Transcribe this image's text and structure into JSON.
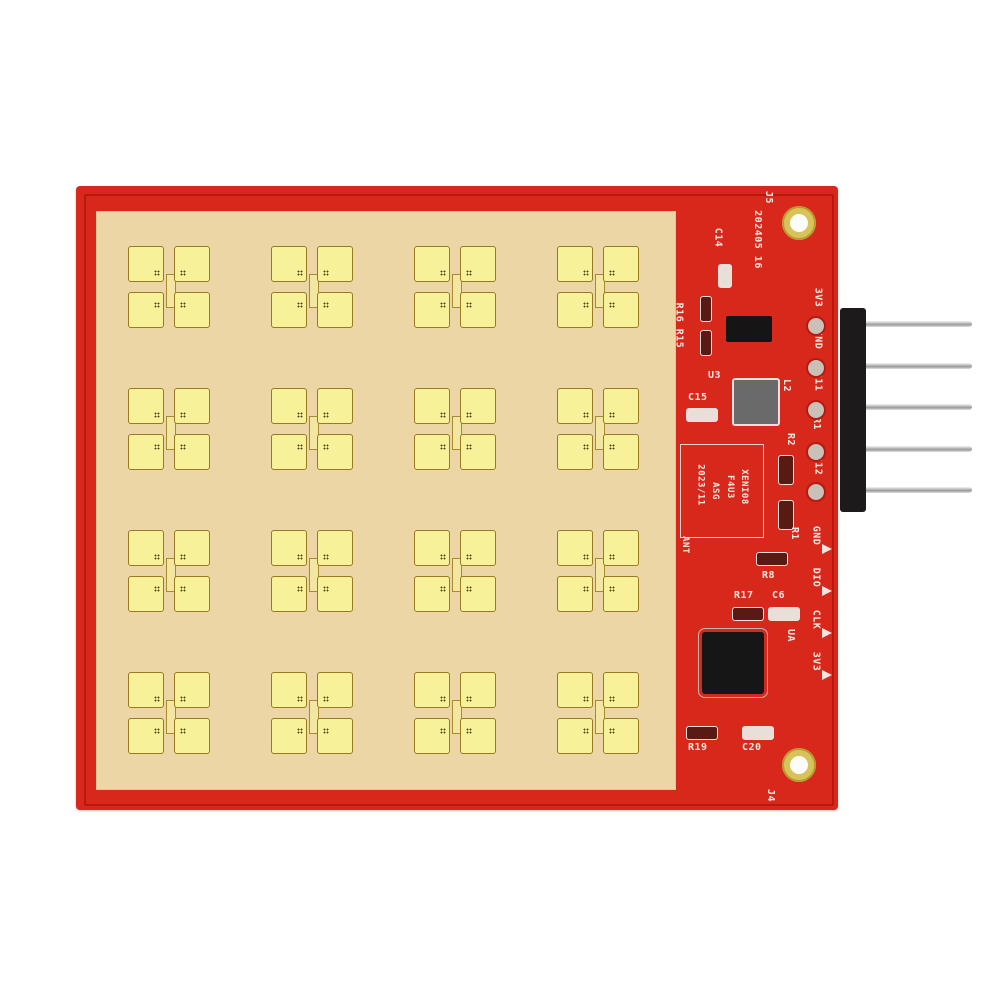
{
  "image": {
    "subject": "Red PCB radar sensor module with 4x4 patch antenna array and 5-pin right-angle header",
    "background_color": "#ffffff",
    "board_color": "#d8281c",
    "antenna_area_color": "#ecd6a6",
    "patch_color": "#f7f29a"
  },
  "antenna_array": {
    "rows": 4,
    "columns": 4,
    "label": "ANT"
  },
  "silkscreen": {
    "j5": "J5",
    "date_code": "202405 16",
    "c14": "C14",
    "r16": "R16",
    "r15": "R15",
    "u3": "U3",
    "l2": "L2",
    "c15": "C15",
    "r2": "R2",
    "r1": "R1",
    "chip_marking": [
      "XENI08",
      "F4U3",
      "ASG",
      "2023/11"
    ],
    "ant": "ANT",
    "r8": "R8",
    "r17": "R17",
    "c6": "C6",
    "ua": "UA",
    "r19": "R19",
    "c20": "C20",
    "j4": "J4"
  },
  "header_pins": [
    "3V3",
    "GND",
    "O11",
    "R1",
    "O12"
  ],
  "edge_pins": [
    "GND",
    "DIO",
    "CLK",
    "3V3"
  ]
}
